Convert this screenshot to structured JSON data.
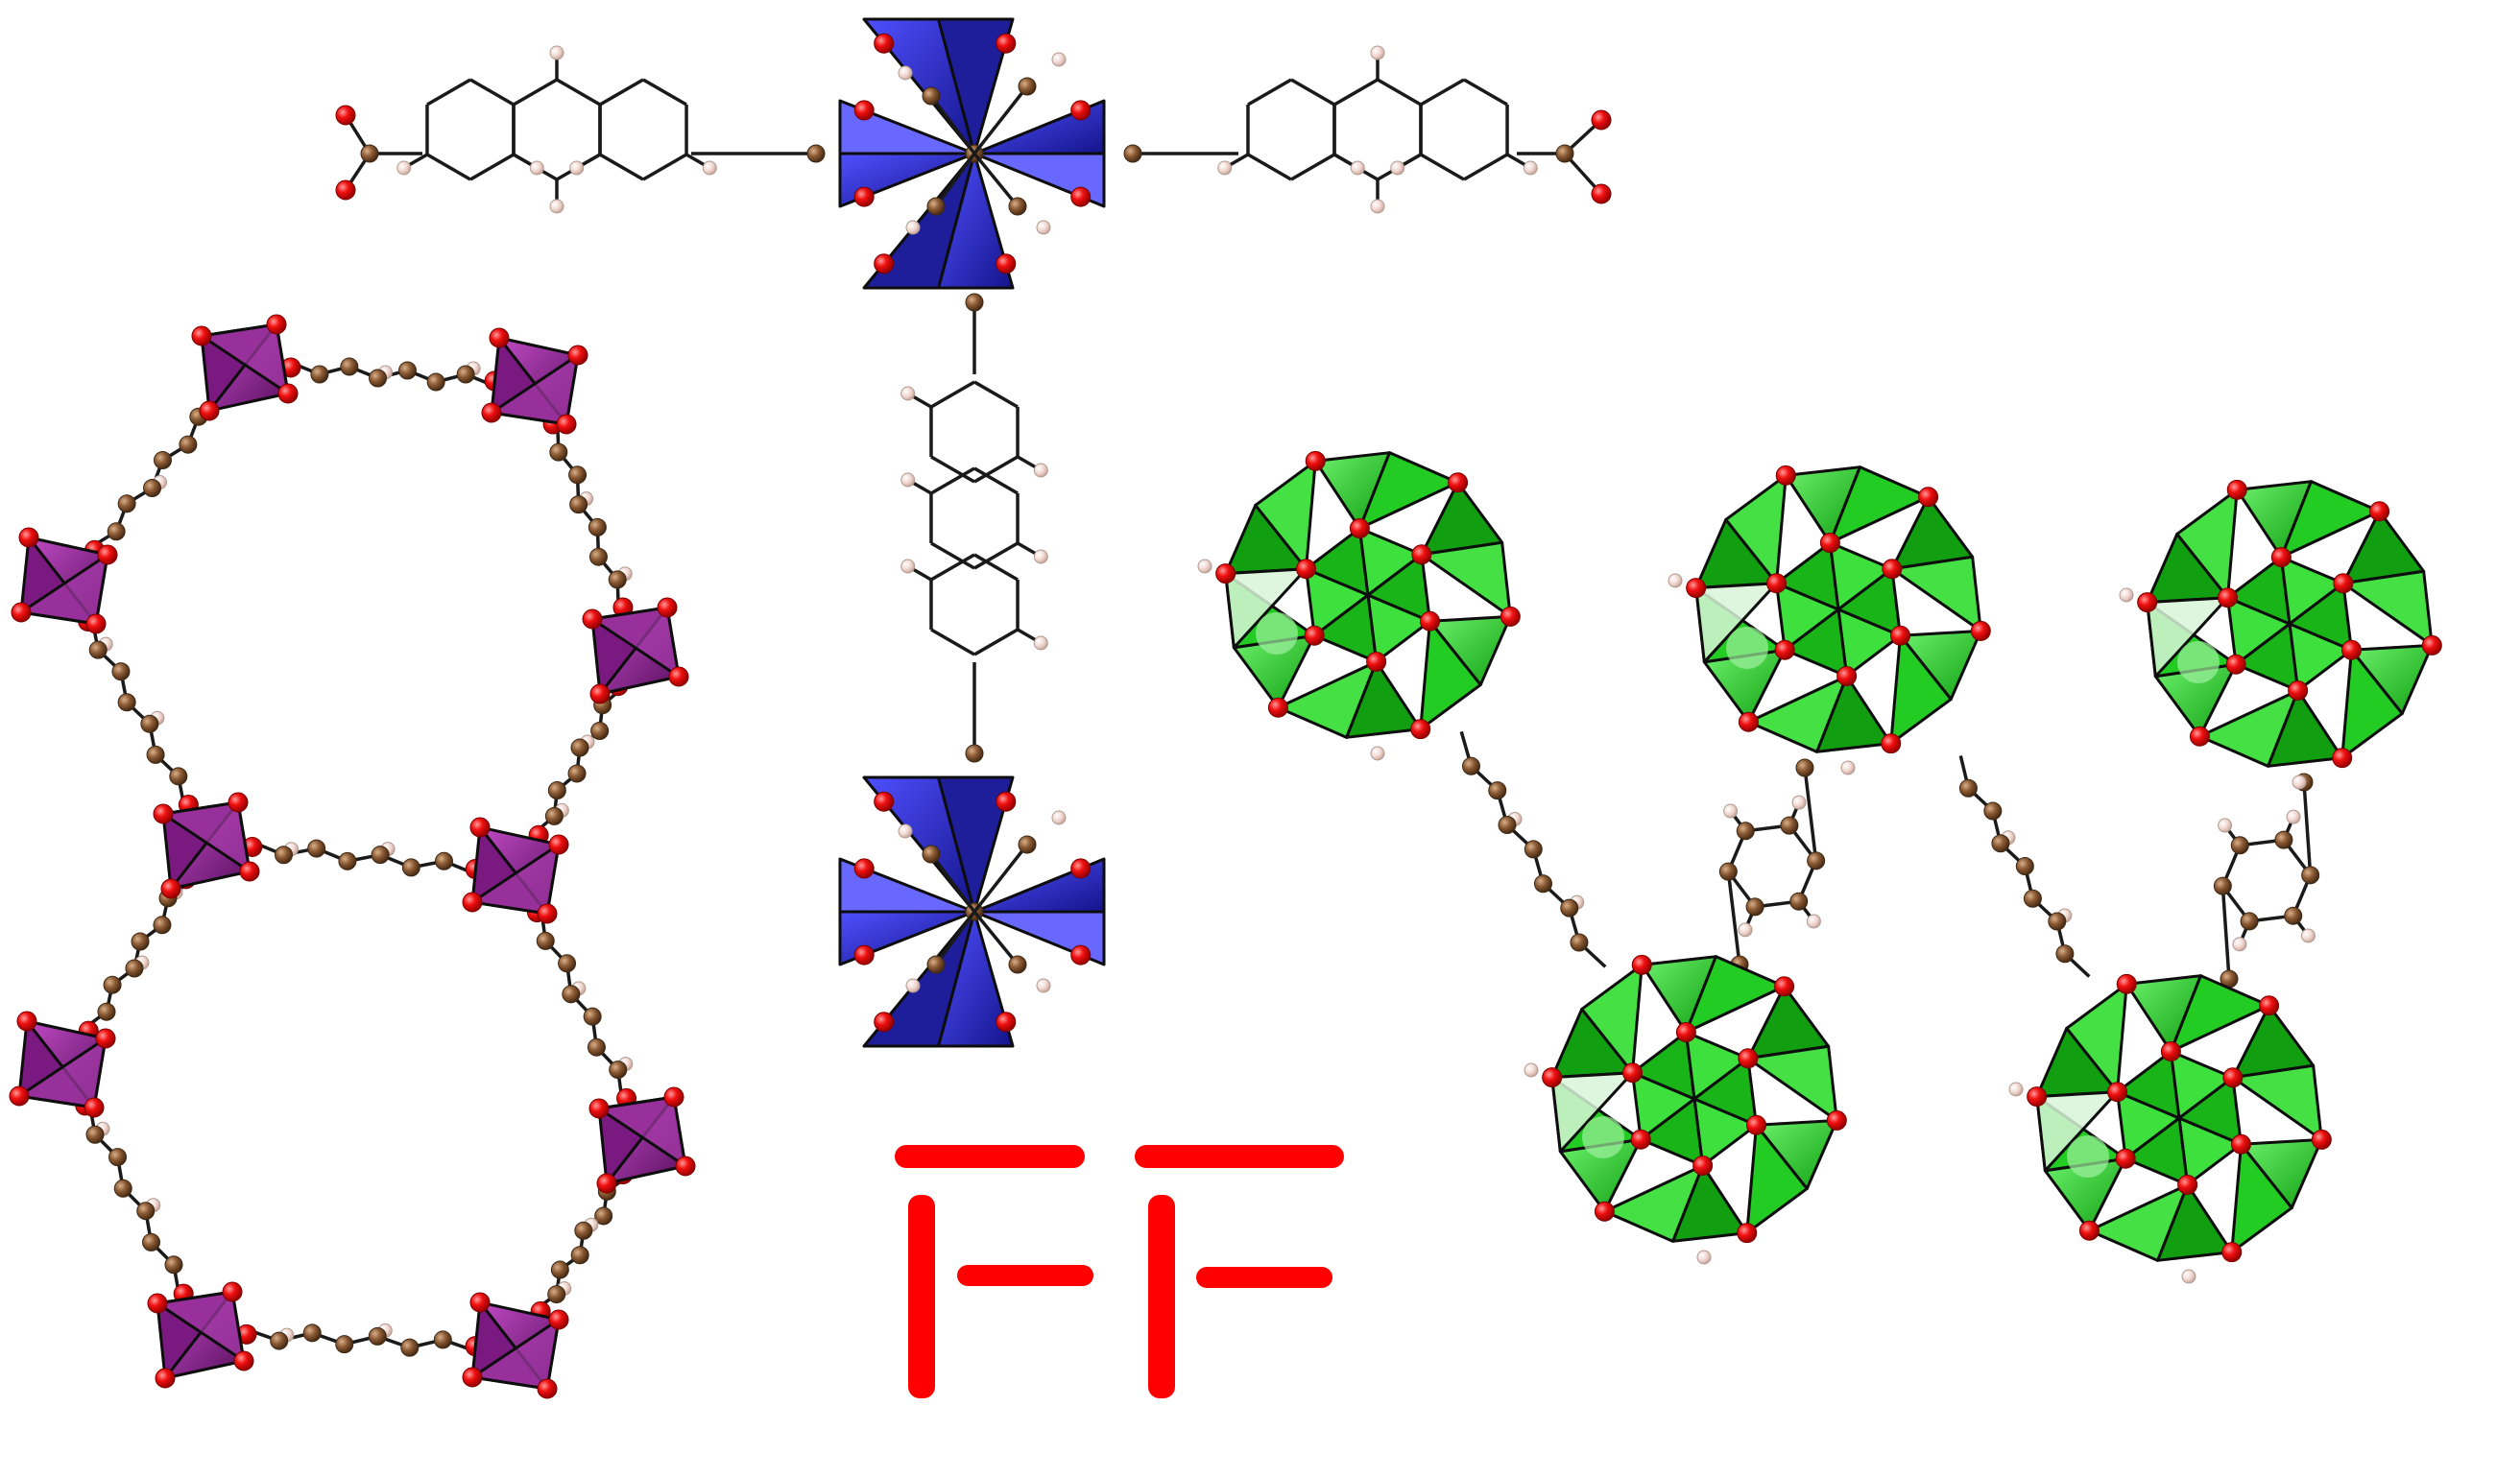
{
  "figure": {
    "panels": [
      {
        "name": "hexagonal-framework",
        "polyhedron_color": "#8b1f8f"
      },
      {
        "name": "tetratopic-paddlewheel-linker",
        "polyhedron_color": "#2828c8"
      },
      {
        "name": "zigzag-cluster-chain",
        "polyhedron_color": "#22cc22"
      }
    ],
    "atom_colors": {
      "oxygen": "#ff1010",
      "carbon": "#8b5a34",
      "hydrogen": "#f2d8d0"
    },
    "logo": {
      "color": "#ff0000",
      "glyph_count": 2
    }
  }
}
